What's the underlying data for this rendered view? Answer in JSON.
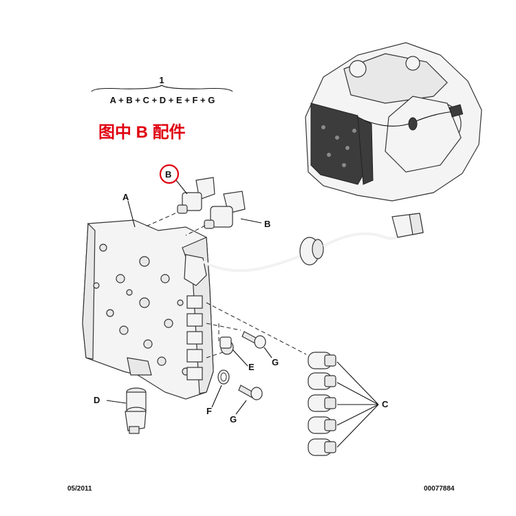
{
  "header": {
    "assembly_number": "1",
    "assembly_formula": "A + B + C + D + E + F + G",
    "caption": "图中 B 配件"
  },
  "labels": {
    "A": "A",
    "B_circled": "B",
    "B": "B",
    "C": "C",
    "D": "D",
    "E": "E",
    "F": "F",
    "G_top": "G",
    "G_bottom": "G"
  },
  "footer": {
    "date": "05/2011",
    "ref": "00077884"
  },
  "colors": {
    "caption": "#e00010",
    "highlight_circle": "#e00010",
    "ink": "#111111"
  }
}
